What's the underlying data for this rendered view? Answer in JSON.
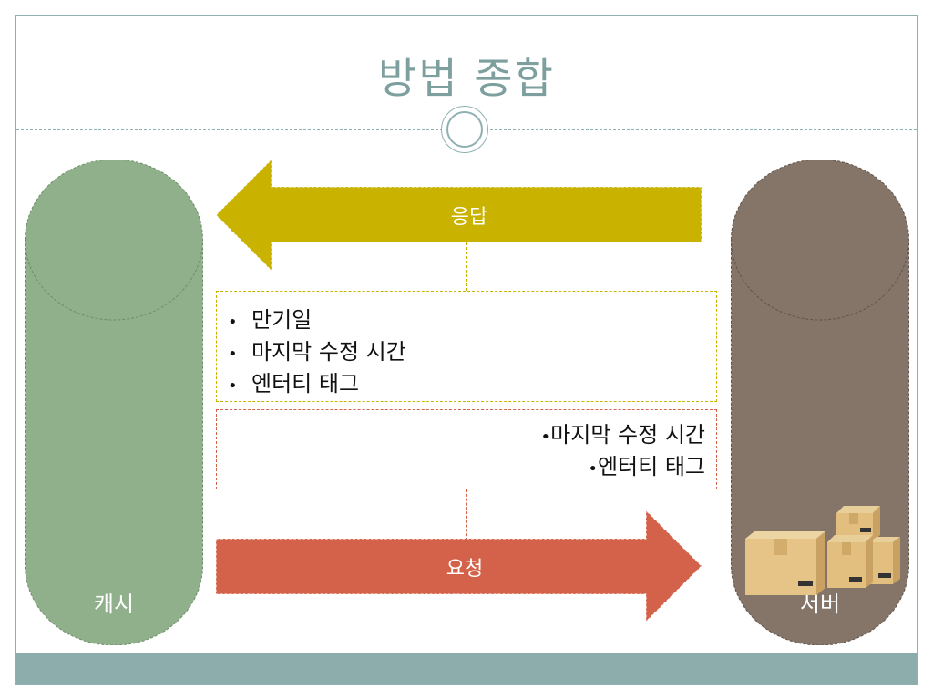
{
  "slide": {
    "title": "방법 종합"
  },
  "cache": {
    "label": "캐시",
    "color": "#8fb08a"
  },
  "server": {
    "label": "서버",
    "color": "#857568"
  },
  "response": {
    "label": "응답",
    "color": "#c9b300",
    "items": [
      "만기일",
      "마지막 수정 시간",
      "엔터티 태그"
    ]
  },
  "request": {
    "label": "요청",
    "color": "#d4624a",
    "items": [
      "마지막 수정 시간",
      "엔터티 태그"
    ]
  }
}
